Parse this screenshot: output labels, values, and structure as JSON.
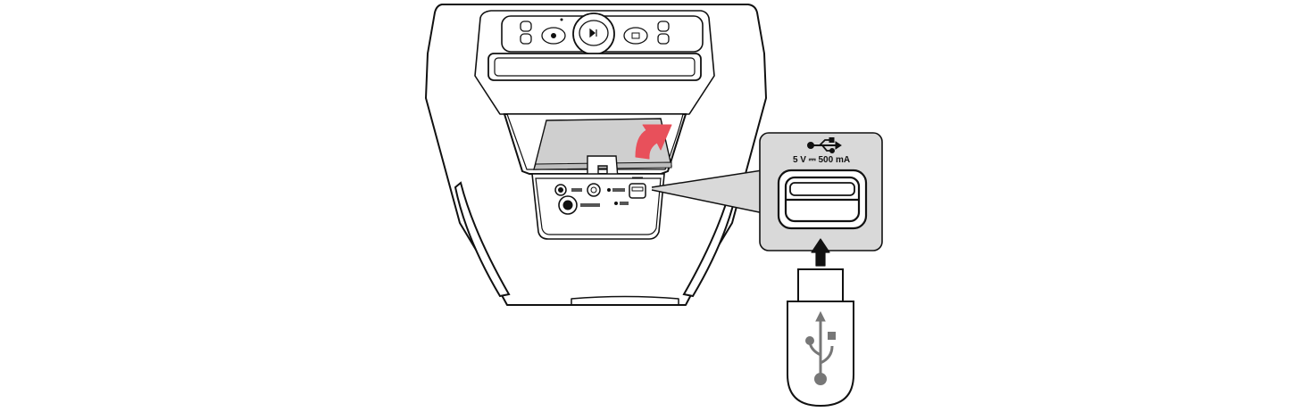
{
  "usb_panel": {
    "voltage_label": "5 V ⎓ 500 mA",
    "symbol": "usb-trident-icon"
  },
  "device": {
    "ports": [
      "aux-in-port",
      "mic-guitar-port",
      "usb-port"
    ],
    "top_buttons": [
      "power-icon",
      "light-icon",
      "play-pause-icon",
      "mode-icon",
      "bluetooth-icon"
    ]
  },
  "colors": {
    "outline": "#111111",
    "panel_fill": "#d9d9d9",
    "arrow_red": "#e8505b",
    "lid_fill": "#cfcfcf"
  }
}
